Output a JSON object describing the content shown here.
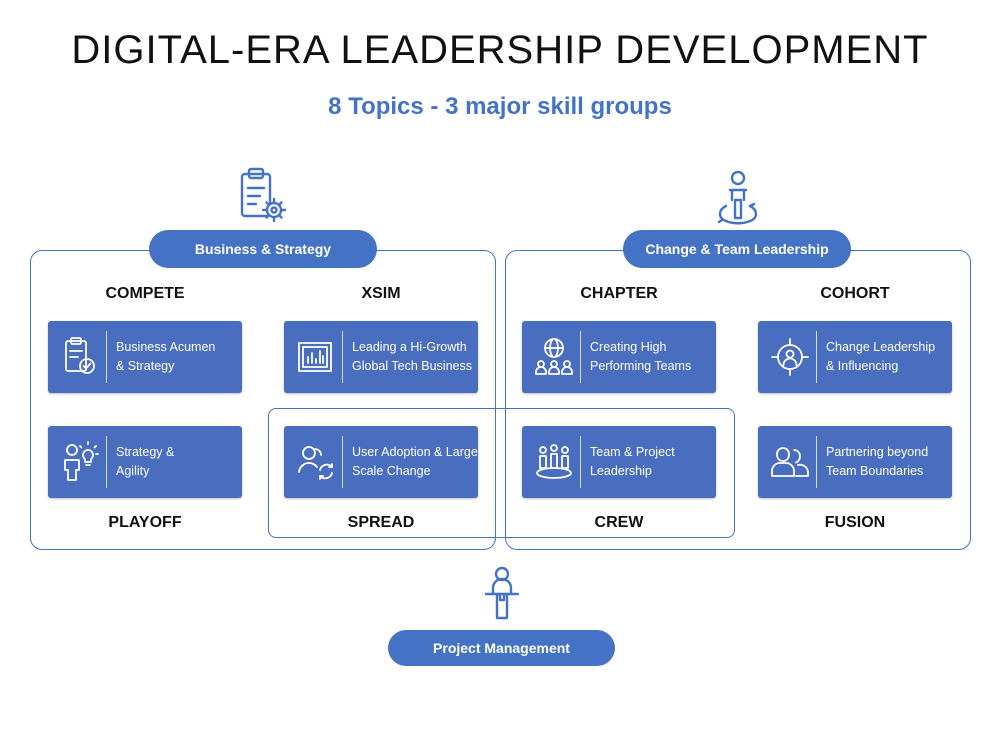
{
  "title": "DIGITAL-ERA LEADERSHIP DEVELOPMENT",
  "subtitle": "8 Topics - 3 major skill groups",
  "groups": {
    "business": {
      "label": "Business & Strategy",
      "icon": "clipboard-gear-icon"
    },
    "change": {
      "label": "Change & Team Leadership",
      "icon": "person-target-icon"
    },
    "project": {
      "label": "Project Management",
      "icon": "speaker-podium-icon"
    }
  },
  "colors": {
    "accent": "#4472C4",
    "card": "#4A6EBF",
    "text": "#111111"
  },
  "topics": {
    "compete": {
      "code": "COMPETE",
      "line1": "Business Acumen",
      "line2": "& Strategy",
      "icon": "clipboard-check-icon"
    },
    "xsim": {
      "code": "XSIM",
      "line1": "Leading a Hi-Growth",
      "line2": "Global Tech Business",
      "icon": "bar-chart-screen-icon"
    },
    "chapter": {
      "code": "CHAPTER",
      "line1": "Creating High",
      "line2": "Performing Teams",
      "icon": "globe-team-icon"
    },
    "cohort": {
      "code": "COHORT",
      "line1": "Change Leadership",
      "line2": "& Influencing",
      "icon": "crosshair-person-icon"
    },
    "playoff": {
      "code": "PLAYOFF",
      "line1": "Strategy &",
      "line2": "Agility",
      "icon": "person-lightbulb-icon"
    },
    "spread": {
      "code": "SPREAD",
      "line1": "User Adoption & Large",
      "line2": "Scale Change",
      "icon": "people-refresh-icon"
    },
    "crew": {
      "code": "CREW",
      "line1": "Team & Project",
      "line2": "Leadership",
      "icon": "team-platform-icon"
    },
    "fusion": {
      "code": "FUSION",
      "line1": "Partnering beyond",
      "line2": "Team Boundaries",
      "icon": "two-people-icon"
    }
  }
}
